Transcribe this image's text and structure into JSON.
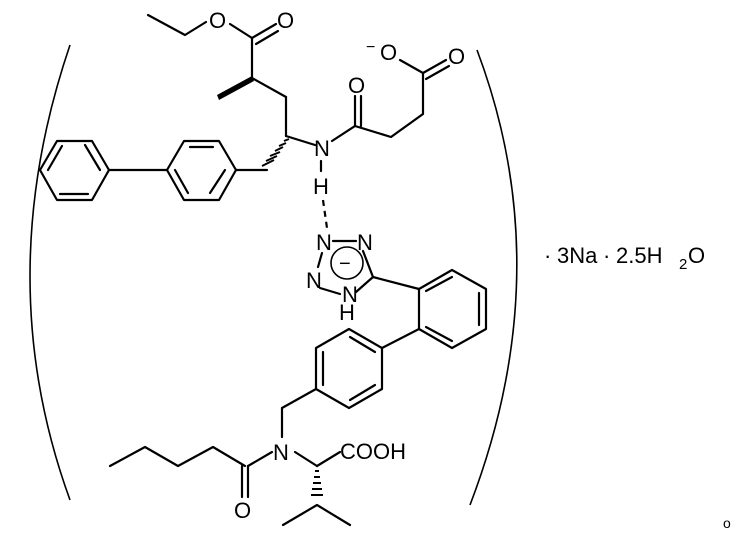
{
  "figure": {
    "type": "chemical-structure",
    "description": "Supramolecular complex of sacubitril (AHU-377) and valsartan with sodium counterions and water",
    "colors": {
      "line": "#000000",
      "background": "#ffffff"
    }
  },
  "labels": {
    "ester_O": "O",
    "ester_carbonyl_O": "O",
    "carboxylate_O_minus": "O",
    "carboxylate_charge": "−",
    "carboxylate_carbonyl_O": "O",
    "amide_O": "O",
    "amide_N": "N",
    "amide_H": "H",
    "tetrazole_N1": "N",
    "tetrazole_N2": "N",
    "tetrazole_N3": "N",
    "tetrazole_N4": "N",
    "tetrazole_H": "H",
    "tetrazole_charge": "−",
    "valsartan_N": "N",
    "valsartan_cooh": "COOH",
    "valeryl_O": "O"
  },
  "salt_formula": {
    "dot1": "·",
    "sodium": "3Na",
    "dot2": "·",
    "water_coeff": "2.5H",
    "water_sub": "2",
    "water_O": "O"
  },
  "footer": {
    "trailing_mark": "o"
  }
}
